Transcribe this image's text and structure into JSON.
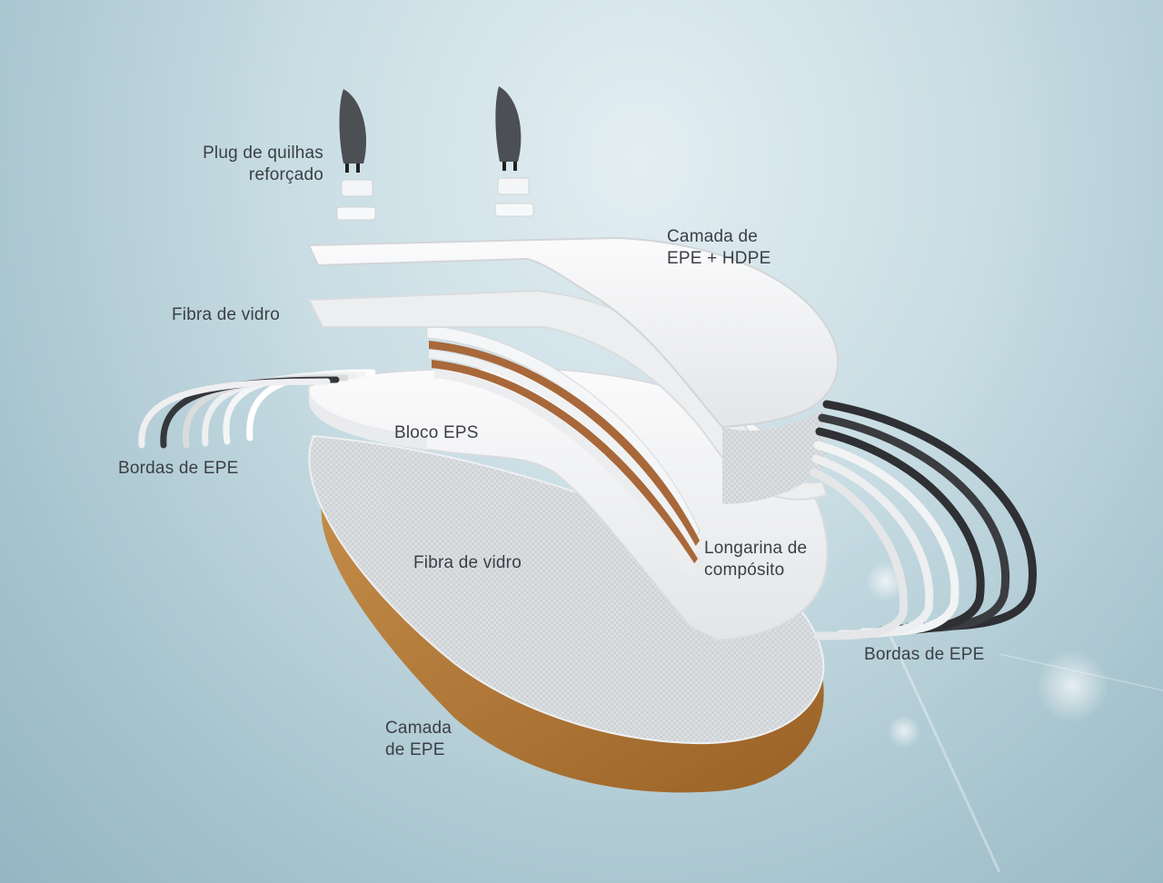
{
  "labels": {
    "plug": "Plug de quilhas\nreforçado",
    "top_layer": "Camada de\nEPE + HDPE",
    "fiber_top": "Fibra de vidro",
    "eps_block": "Bloco EPS",
    "edges_left": "Bordas de EPE",
    "fiber_bottom": "Fibra de vidro",
    "stringer": "Longarina de\ncompósito",
    "edges_right": "Bordas de EPE",
    "bottom_layer": "Camada\nde EPE"
  },
  "colors": {
    "background": "#c9dde4",
    "white_layer": "#f2f3f4",
    "fiber_texture": "#cfd2d5",
    "bottom_layer": "#b07a34",
    "stringer_wood": "#a8683a",
    "edge_dark": "#2e3033",
    "text": "#3b3f45"
  }
}
